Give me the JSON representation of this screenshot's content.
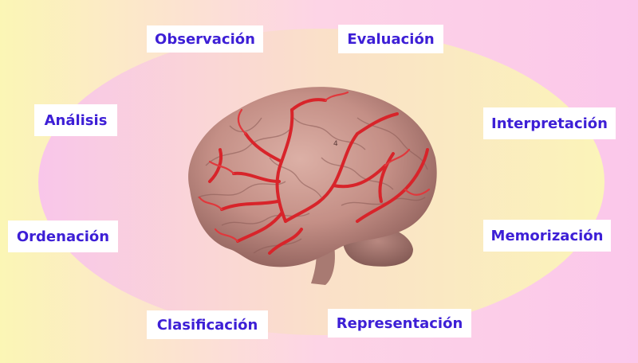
{
  "concepts": {
    "observacion": "Observación",
    "evaluacion": "Evaluación",
    "analisis": "Análisis",
    "interpretacion": "Interpretación",
    "ordenacion": "Ordenación",
    "memorizacion": "Memorización",
    "clasificacion": "Clasificación",
    "representacion": "Representación"
  },
  "colors": {
    "label_text": "#3d1fd6",
    "label_bg": "#ffffff",
    "brain_tissue": "#c7938a",
    "blood_vessels": "#d8242a"
  },
  "center_image": "human-brain"
}
